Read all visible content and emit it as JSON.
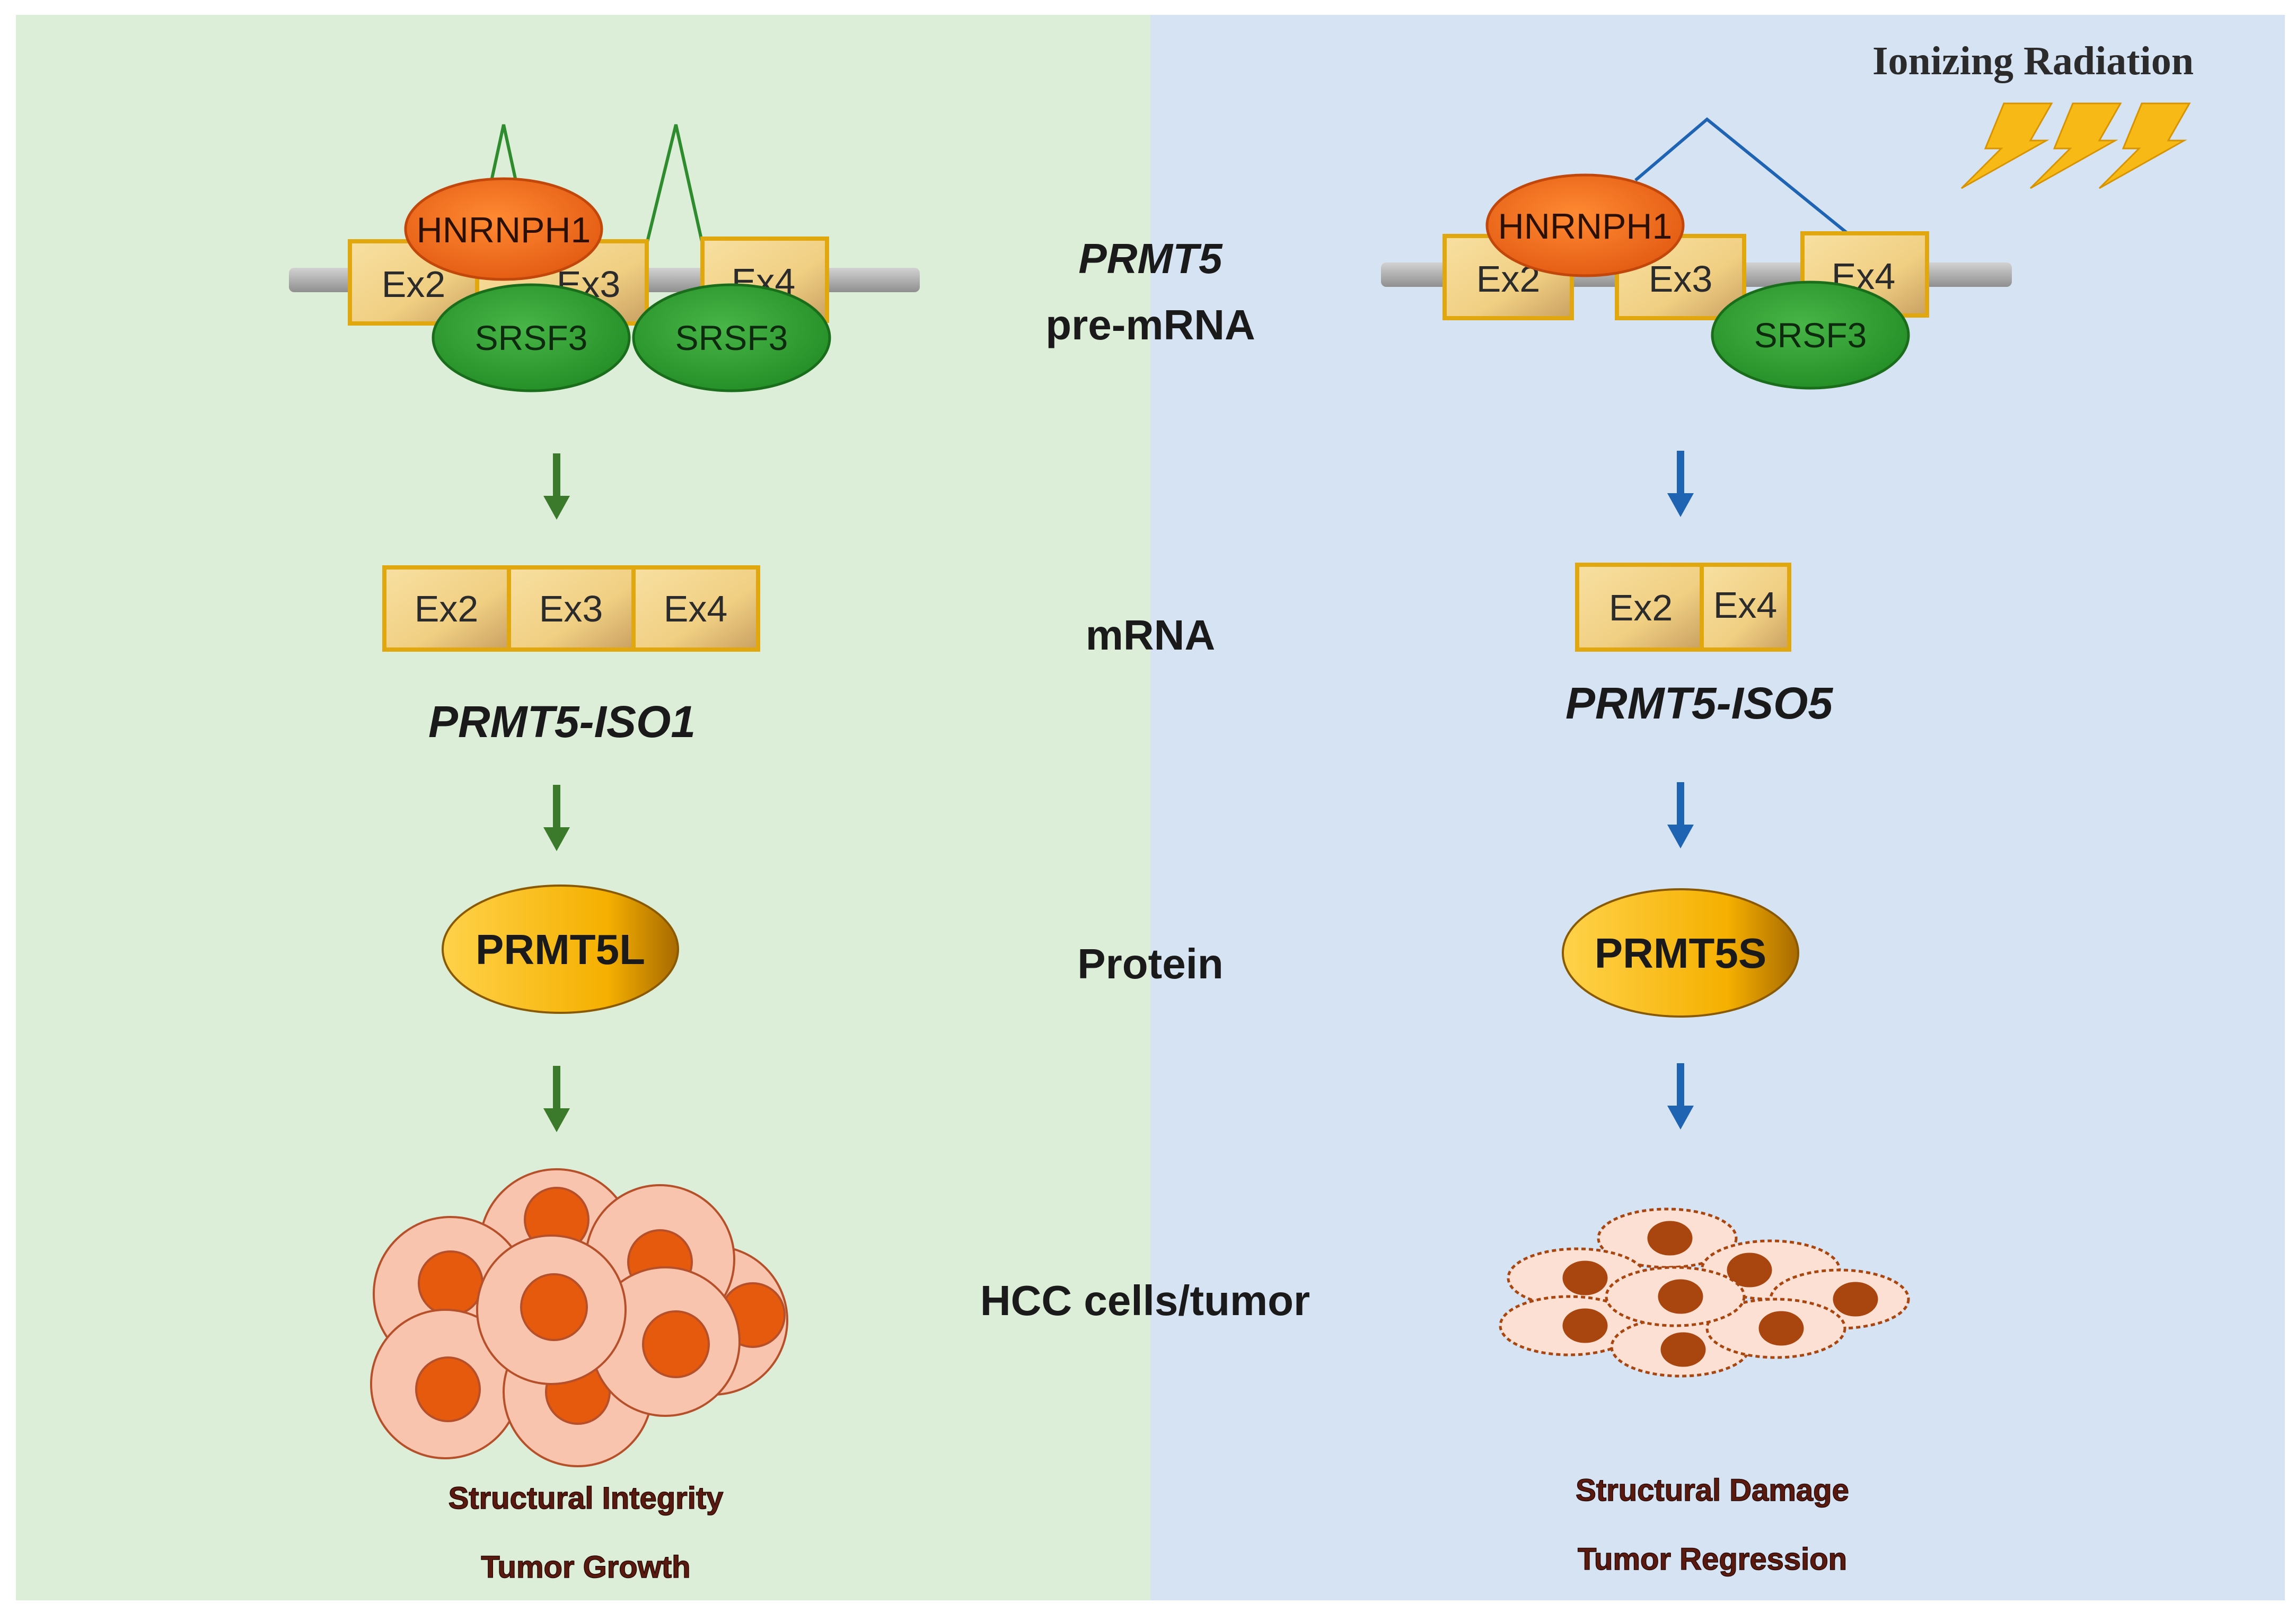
{
  "colors": {
    "left_panel": "#dcedd8",
    "right_panel": "#d5e3f3",
    "hnrnph1": "#f26b1d",
    "srsf3": "#2f9a2f",
    "exon": "#f3d48a",
    "exon_border": "#e0a70f",
    "protein": "#f7b500",
    "green_arrow": "#3a7a2a",
    "blue_arrow": "#1f64b2",
    "cell_outer": "#f9c4ad",
    "cell_nucleus_left": "#e55a0c",
    "cell_nucleus_right": "#a9450f",
    "lightning": "#f6b916",
    "outcome_text": "#5a1a10"
  },
  "center": {
    "premrna_gene": "PRMT5",
    "premrna_label": "pre-mRNA",
    "mrna_label": "mRNA",
    "protein_label": "Protein",
    "cells_label": "HCC cells/tumor"
  },
  "left": {
    "hnrnph1": "HNRNPH1",
    "srsf3_a": "SRSF3",
    "srsf3_b": "SRSF3",
    "premrna_exons": [
      "Ex2",
      "Ex3",
      "Ex4"
    ],
    "mrna_exons": [
      "Ex2",
      "Ex3",
      "Ex4"
    ],
    "isoform": "PRMT5-ISO1",
    "protein": "PRMT5L",
    "outcome_1": "Structural Integrity",
    "outcome_2": "Tumor Growth"
  },
  "right": {
    "radiation": "Ionizing Radiation",
    "hnrnph1": "HNRNPH1",
    "srsf3": "SRSF3",
    "premrna_exons": [
      "Ex2",
      "Ex3",
      "Ex4"
    ],
    "mrna_exons": [
      "Ex2",
      "Ex4"
    ],
    "isoform": "PRMT5-ISO5",
    "protein": "PRMT5S",
    "outcome_1": "Structural Damage",
    "outcome_2": "Tumor Regression"
  }
}
